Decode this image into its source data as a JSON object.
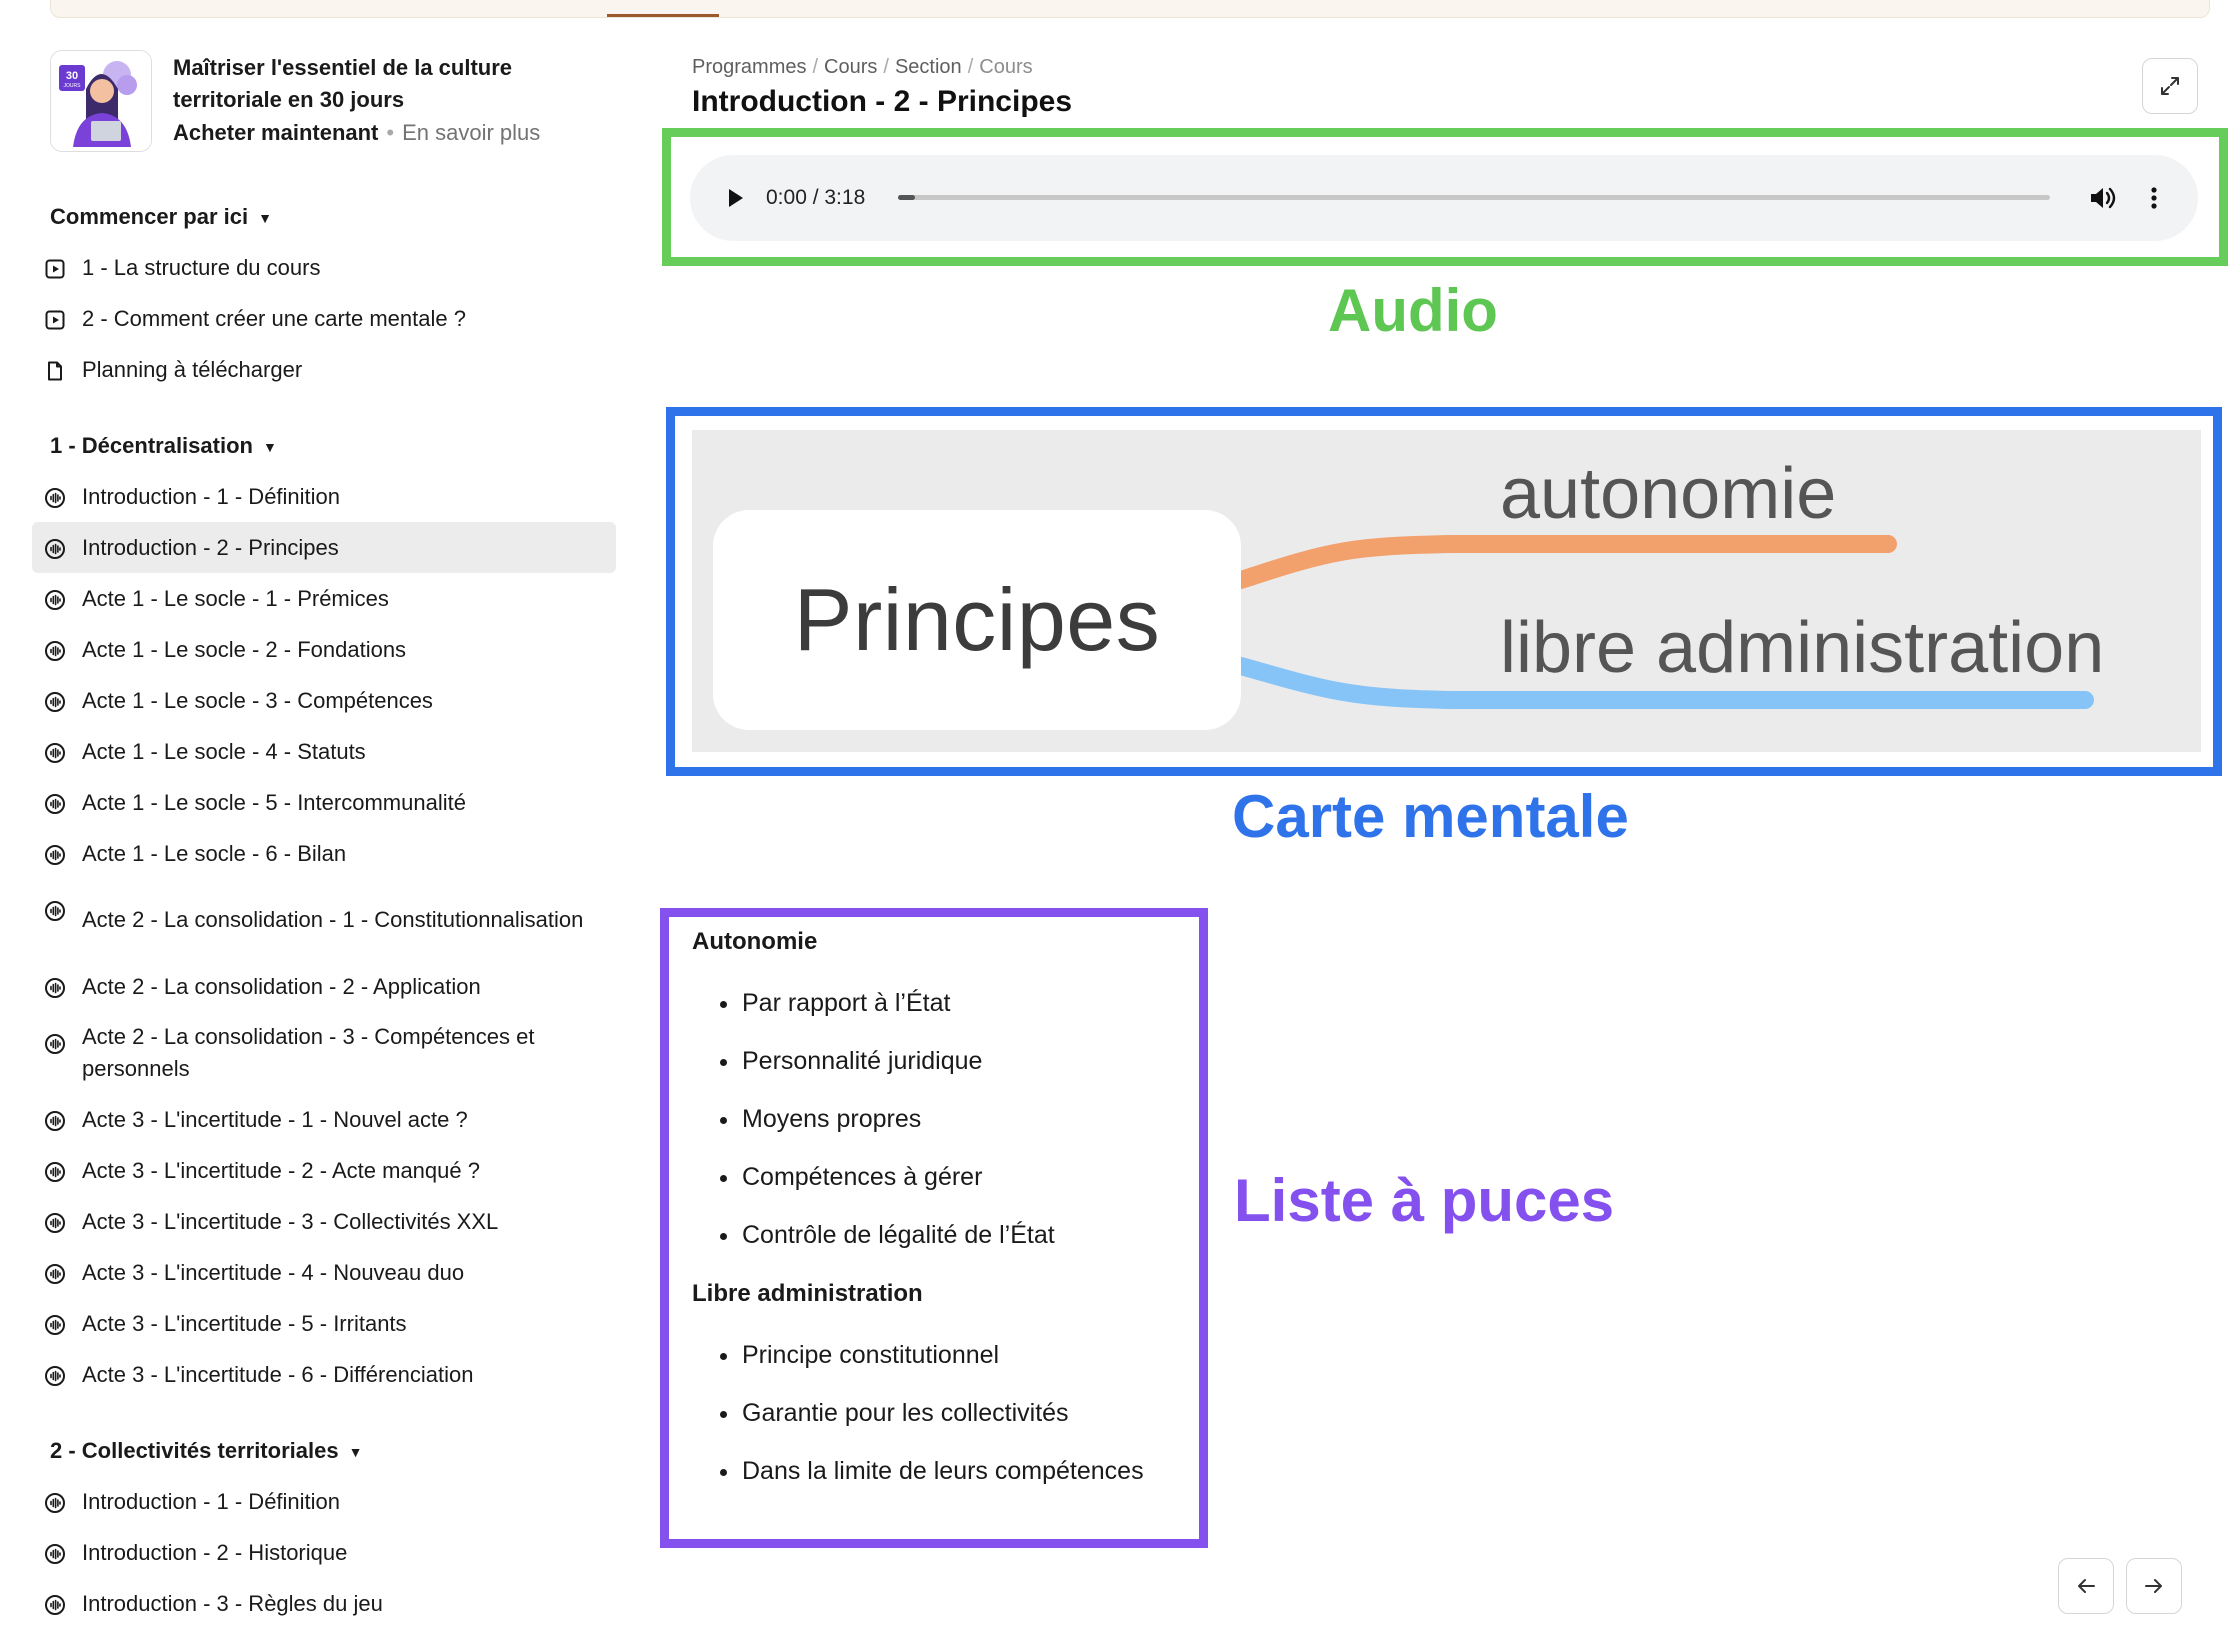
{
  "course": {
    "title": "Maîtriser l'essentiel de la culture territoriale en 30 jours",
    "buy_label": "Acheter maintenant",
    "more_label": "En savoir plus",
    "thumb_badge": "30",
    "thumb_badge_sub": "JOURS"
  },
  "sections": [
    {
      "title": "Commencer par ici",
      "items": [
        {
          "label": "1 - La structure du cours",
          "icon": "video-icon"
        },
        {
          "label": "2 - Comment créer une carte mentale ?",
          "icon": "video-icon"
        },
        {
          "label": "Planning à télécharger",
          "icon": "document-icon"
        }
      ]
    },
    {
      "title": "1 - Décentralisation",
      "items": [
        {
          "label": "Introduction - 1 - Définition",
          "icon": "audio-icon"
        },
        {
          "label": "Introduction - 2 - Principes",
          "icon": "audio-icon",
          "active": true
        },
        {
          "label": "Acte 1 - Le socle - 1 - Prémices",
          "icon": "audio-icon"
        },
        {
          "label": "Acte 1 - Le socle - 2 - Fondations",
          "icon": "audio-icon"
        },
        {
          "label": "Acte 1 - Le socle - 3 - Compétences",
          "icon": "audio-icon"
        },
        {
          "label": "Acte 1 - Le socle - 4 - Statuts",
          "icon": "audio-icon"
        },
        {
          "label": "Acte 1 - Le socle - 5 - Intercommunalité",
          "icon": "audio-icon"
        },
        {
          "label": "Acte 1 - Le socle - 6 - Bilan",
          "icon": "audio-icon"
        },
        {
          "label": "Acte 2 - La consolidation - 1 - Constitutionnalisation",
          "icon": "audio-icon",
          "tall": true
        },
        {
          "label": "Acte 2 - La consolidation - 2 - Application",
          "icon": "audio-icon"
        },
        {
          "label": "Acte 2 - La consolidation - 3 - Compétences et personnels",
          "icon": "audio-icon",
          "tall": true
        },
        {
          "label": "Acte 3 - L'incertitude - 1 - Nouvel acte ?",
          "icon": "audio-icon"
        },
        {
          "label": "Acte 3 - L'incertitude - 2 - Acte manqué ?",
          "icon": "audio-icon"
        },
        {
          "label": "Acte 3 - L'incertitude - 3 - Collectivités XXL",
          "icon": "audio-icon"
        },
        {
          "label": "Acte 3 - L'incertitude - 4 - Nouveau duo",
          "icon": "audio-icon"
        },
        {
          "label": "Acte 3 - L'incertitude - 5 - Irritants",
          "icon": "audio-icon"
        },
        {
          "label": "Acte 3 - L'incertitude - 6 - Différenciation",
          "icon": "audio-icon"
        }
      ]
    },
    {
      "title": "2 - Collectivités territoriales",
      "items": [
        {
          "label": "Introduction - 1 - Définition",
          "icon": "audio-icon"
        },
        {
          "label": "Introduction - 2 - Historique",
          "icon": "audio-icon"
        },
        {
          "label": "Introduction - 3 - Règles du jeu",
          "icon": "audio-icon"
        }
      ]
    }
  ],
  "breadcrumb": {
    "items": [
      "Programmes",
      "Cours",
      "Section"
    ],
    "current": "Cours"
  },
  "lesson": {
    "title": "Introduction - 2 - Principes"
  },
  "audio": {
    "time": "0:00 / 3:18",
    "progress": 0.015
  },
  "annotations": {
    "audio": "Audio",
    "mindmap": "Carte mentale",
    "list": "Liste à puces"
  },
  "mindmap": {
    "root": "Principes",
    "branches": [
      {
        "label": "autonomie",
        "color": "#f2a06c"
      },
      {
        "label": "libre administration",
        "color": "#86c4f7"
      }
    ]
  },
  "lists": [
    {
      "heading": "Autonomie",
      "items": [
        "Par rapport à l’État",
        "Personnalité juridique",
        "Moyens propres",
        "Compétences à gérer",
        "Contrôle de légalité de l’État"
      ]
    },
    {
      "heading": "Libre administration",
      "items": [
        "Principe constitutionnel",
        "Garantie pour les collectivités",
        "Dans la limite de leurs compétences"
      ]
    }
  ],
  "colors": {
    "audio_frame": "#66cd5b",
    "map_frame": "#2f73ea",
    "list_frame": "#8450ee",
    "active_item": "#ececec"
  }
}
